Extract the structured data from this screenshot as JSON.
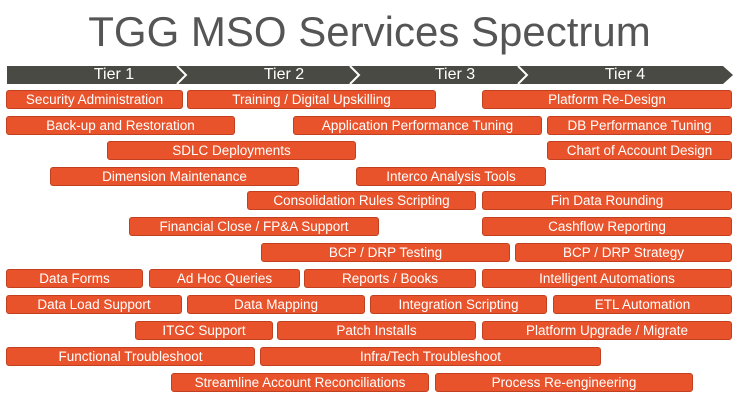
{
  "title": "TGG MSO Services Spectrum",
  "colors": {
    "title_text": "#555555",
    "tier_bar": "#4a4a44",
    "tier_divider": "#ffffff",
    "box_fill": "#e8532b",
    "box_border": "#c1401f",
    "box_text": "#ffffff"
  },
  "tiers": [
    "Tier 1",
    "Tier 2",
    "Tier 3",
    "Tier 4"
  ],
  "services": [
    "Security Administration",
    "Training / Digital Upskilling",
    "Platform Re-Design",
    "Back-up and Restoration",
    "Application Performance Tuning",
    "DB Performance Tuning",
    "SDLC Deployments",
    "Chart of Account Design",
    "Dimension Maintenance",
    "Interco Analysis Tools",
    "Consolidation Rules Scripting",
    "Fin Data Rounding",
    "Financial Close / FP&A Support",
    "Cashflow Reporting",
    "BCP / DRP Testing",
    "BCP / DRP Strategy",
    "Data Forms",
    "Ad Hoc Queries",
    "Reports / Books",
    "Intelligent Automations",
    "Data Load Support",
    "Data Mapping",
    "Integration Scripting",
    "ETL Automation",
    "ITGC Support",
    "Patch Installs",
    "Platform Upgrade / Migrate",
    "Functional Troubleshoot",
    "Infra/Tech Troubleshoot",
    "Streamline Account Reconciliations",
    "Process Re-engineering"
  ]
}
